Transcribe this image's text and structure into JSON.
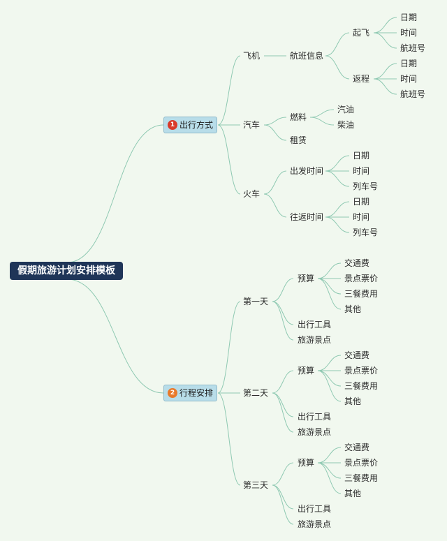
{
  "colors": {
    "background": "#f1f8ef",
    "line": "#8fc9b2",
    "root": "#1f3558",
    "branch": "#b8dde9"
  },
  "mindmap": {
    "root": "假期旅游计划安排模板",
    "branches": [
      {
        "number": "1",
        "badge_color": "#d93a2b",
        "label": "出行方式",
        "children": [
          {
            "label": "飞机",
            "children": [
              {
                "label": "航班信息",
                "children": [
                  {
                    "label": "起飞",
                    "children": [
                      {
                        "label": "日期"
                      },
                      {
                        "label": "时间"
                      },
                      {
                        "label": "航班号"
                      }
                    ]
                  },
                  {
                    "label": "返程",
                    "children": [
                      {
                        "label": "日期"
                      },
                      {
                        "label": "时间"
                      },
                      {
                        "label": "航班号"
                      }
                    ]
                  }
                ]
              }
            ]
          },
          {
            "label": "汽车",
            "children": [
              {
                "label": "燃料",
                "children": [
                  {
                    "label": "汽油"
                  },
                  {
                    "label": "柴油"
                  }
                ]
              },
              {
                "label": "租赁"
              }
            ]
          },
          {
            "label": "火车",
            "children": [
              {
                "label": "出发时间",
                "children": [
                  {
                    "label": "日期"
                  },
                  {
                    "label": "时间"
                  },
                  {
                    "label": "列车号"
                  }
                ]
              },
              {
                "label": "往返时间",
                "children": [
                  {
                    "label": "日期"
                  },
                  {
                    "label": "时间"
                  },
                  {
                    "label": "列车号"
                  }
                ]
              }
            ]
          }
        ]
      },
      {
        "number": "2",
        "badge_color": "#e8792a",
        "label": "行程安排",
        "children": [
          {
            "label": "第一天",
            "children": [
              {
                "label": "预算",
                "children": [
                  {
                    "label": "交通费"
                  },
                  {
                    "label": "景点票价"
                  },
                  {
                    "label": "三餐费用"
                  },
                  {
                    "label": "其他"
                  }
                ]
              },
              {
                "label": "出行工具"
              },
              {
                "label": "旅游景点"
              }
            ]
          },
          {
            "label": "第二天",
            "children": [
              {
                "label": "预算",
                "children": [
                  {
                    "label": "交通费"
                  },
                  {
                    "label": "景点票价"
                  },
                  {
                    "label": "三餐费用"
                  },
                  {
                    "label": "其他"
                  }
                ]
              },
              {
                "label": "出行工具"
              },
              {
                "label": "旅游景点"
              }
            ]
          },
          {
            "label": "第三天",
            "children": [
              {
                "label": "预算",
                "children": [
                  {
                    "label": "交通费"
                  },
                  {
                    "label": "景点票价"
                  },
                  {
                    "label": "三餐费用"
                  },
                  {
                    "label": "其他"
                  }
                ]
              },
              {
                "label": "出行工具"
              },
              {
                "label": "旅游景点"
              }
            ]
          }
        ]
      }
    ]
  }
}
